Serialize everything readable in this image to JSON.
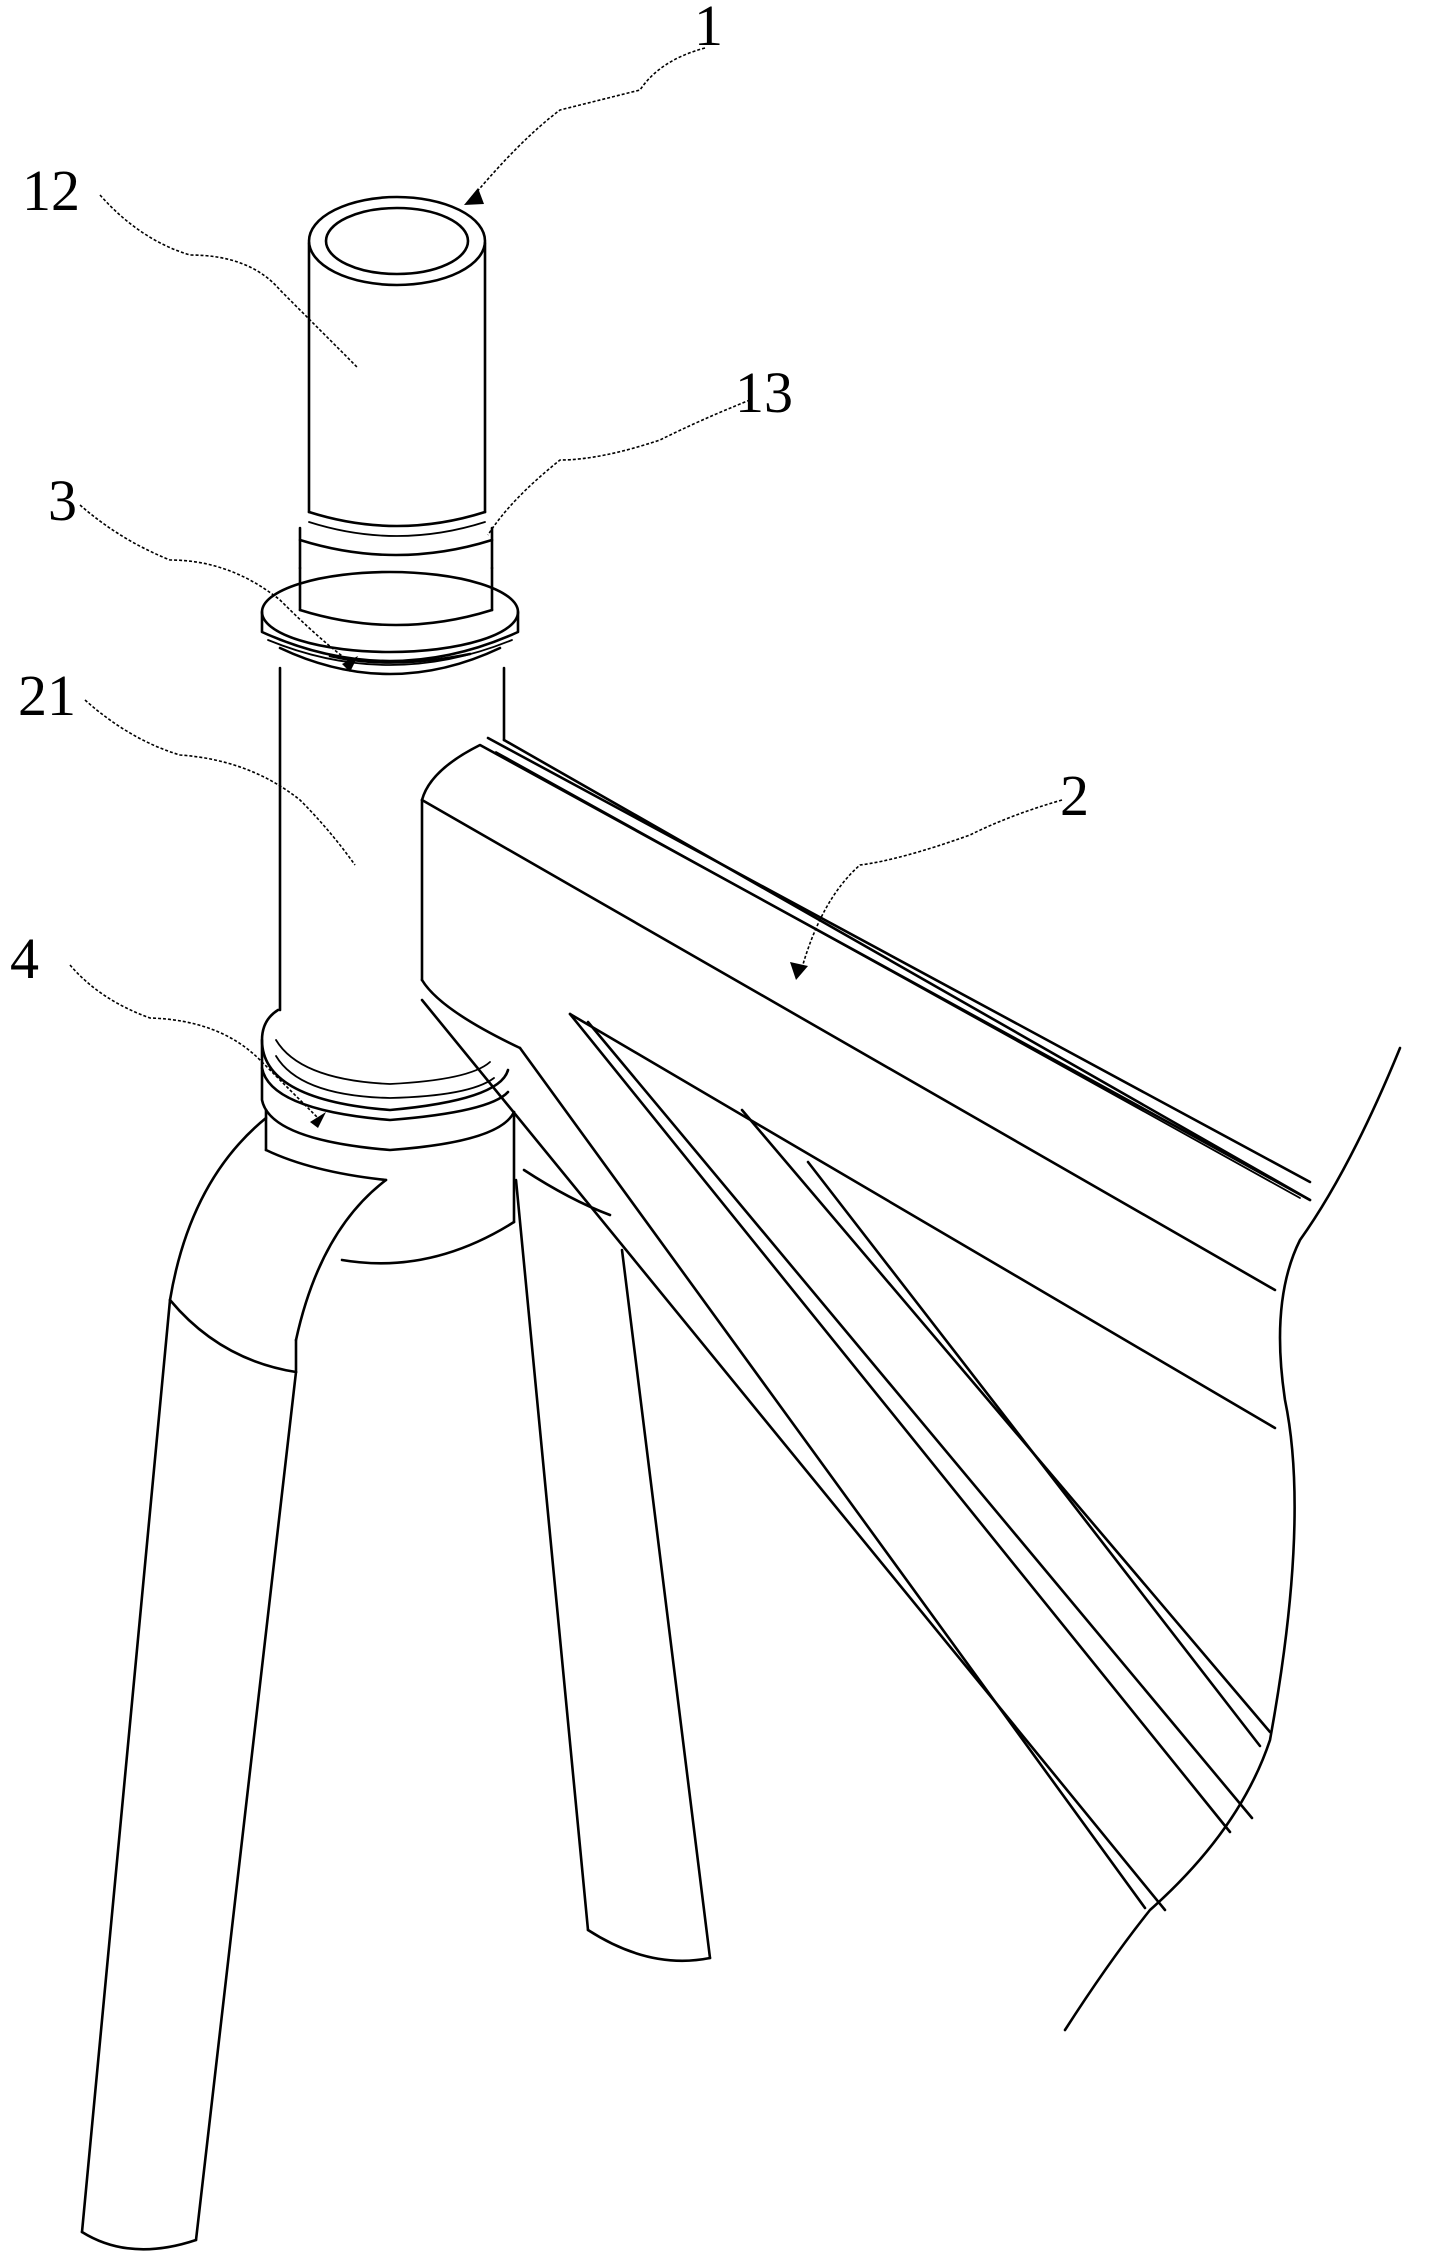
{
  "diagram": {
    "labels": {
      "part_1": "1",
      "part_12": "12",
      "part_13": "13",
      "part_3": "3",
      "part_21": "21",
      "part_2": "2",
      "part_4": "4"
    },
    "style": {
      "line_color": "#000000",
      "background": "#ffffff"
    }
  }
}
